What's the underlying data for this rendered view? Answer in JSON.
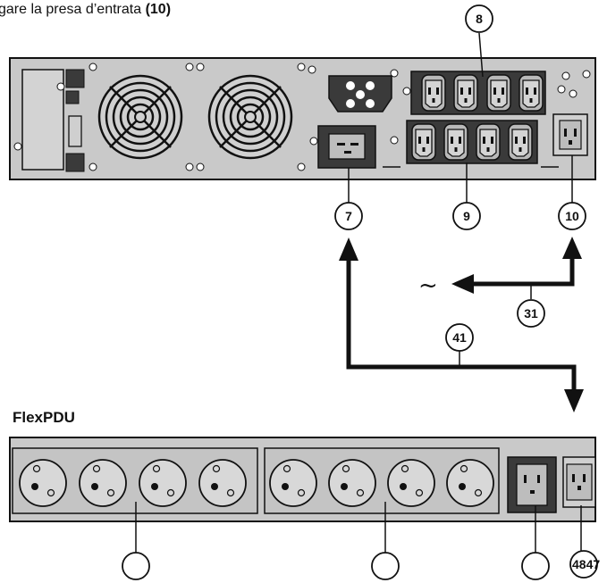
{
  "heading": {
    "text": "gare la presa d’entrata",
    "ref": "(10)"
  },
  "pdu_label": "FlexPDU",
  "ac_symbol": "~",
  "callouts": {
    "c8": "8",
    "c7": "7",
    "c9": "9",
    "c10": "10",
    "c31": "31",
    "c41": "41",
    "c4847": "4847"
  },
  "colors": {
    "panel": "#c9c9c9",
    "dark": "#3a3a3a",
    "line": "#111111"
  }
}
